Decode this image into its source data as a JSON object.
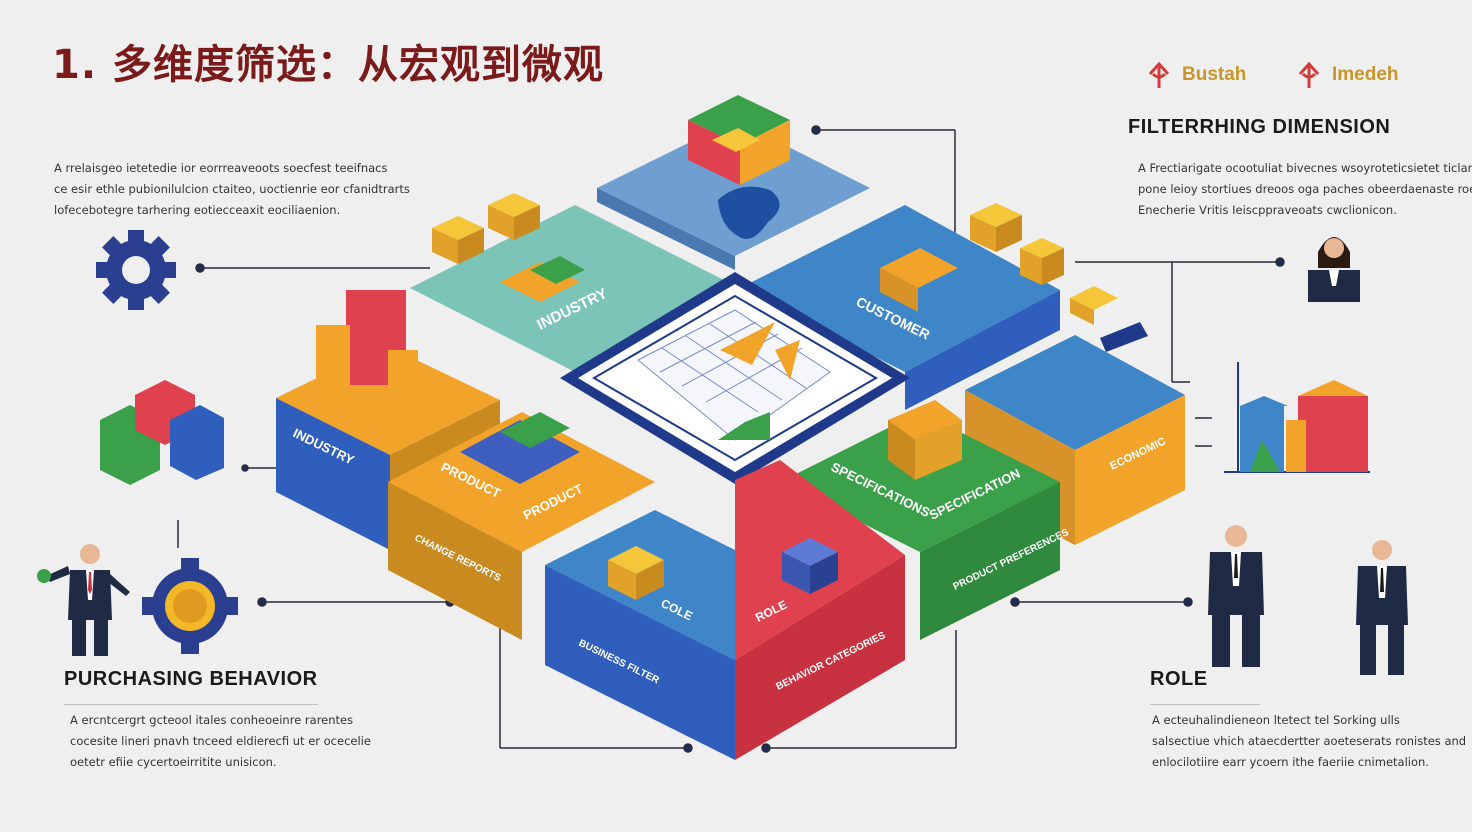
{
  "title": "1. 多维度筛选：从宏观到微观",
  "brands": [
    {
      "name": "Bustah",
      "icon": "signpost-icon"
    },
    {
      "name": "Imedeh",
      "icon": "signpost-icon"
    }
  ],
  "top_left_text": [
    "A rrelaisgeo ietetedie ior eorrreaveoots soecfest teeifnacs",
    "ce esir ethle pubionilulcion ctaiteo, uoctienrie eor cfanidtrarts",
    "lofecebotegre tarhering eotiecceaxit eociliaenion."
  ],
  "top_right": {
    "heading": "FILTERRHING DIMENSION",
    "text": [
      "A Frectiarigate ocootuliat bivecnes wsoyroteticsietet ticlances",
      "pone leioy stortiues dreoos oga paches obeerdaenaste roeiade",
      "Enecherie Vritis Ieiscppraveoats cwclionicon."
    ]
  },
  "bottom_left": {
    "heading": "PURCHASING BEHAVIOR",
    "text": [
      "A ercntcergrt gcteool itales conheoeinre rarentes",
      "cocesite lineri pnavh tnceed eldierecfi ut er ocecelie",
      "oetetr efiie cycertoeirritite unisicon."
    ]
  },
  "bottom_right": {
    "heading": "ROLE",
    "text": [
      "A ecteuhalindieneon ltetect tel Sorking ulls",
      "salsectiue vhich ataecdertter aoeteserats ronistes and",
      "enlocilotiire earr ycoern ithe faeriie cnimetalion."
    ]
  },
  "diagram_labels": {
    "top_left_top": "INDUSTRY",
    "top_left_side": "INDUSTRY",
    "top_right_top": "CUSTOMER",
    "right_side": "ECONOMIC",
    "left_mid_top": "PRODUCT",
    "left_mid_top2": "PRODUCT",
    "left_mid_side": "CHANGE REPORTS",
    "bottom_left_top": "COLE",
    "bottom_left_side": "BUSINESS FILTER",
    "bottom_right_top": "ROLE",
    "bottom_right_side": "BEHAVIOR CATEGORIES",
    "right_mid_top": "SPECIFICATIONS",
    "right_mid_top2": "SPECIFICATION",
    "right_mid_side": "PRODUCT PREFERENCES"
  },
  "icons": [
    "gear-icon",
    "puzzle-blocks-icon",
    "gear-coin-icon",
    "businessman-icon",
    "businesswoman-icon",
    "bar-chart-icon"
  ],
  "colors": {
    "title": "#7a1a1a",
    "blue": "#2f5ebd",
    "orange": "#f2a32a",
    "green": "#3aa04a",
    "red": "#e0414f",
    "teal": "#7cc4b8",
    "navy": "#1f3a8a"
  }
}
